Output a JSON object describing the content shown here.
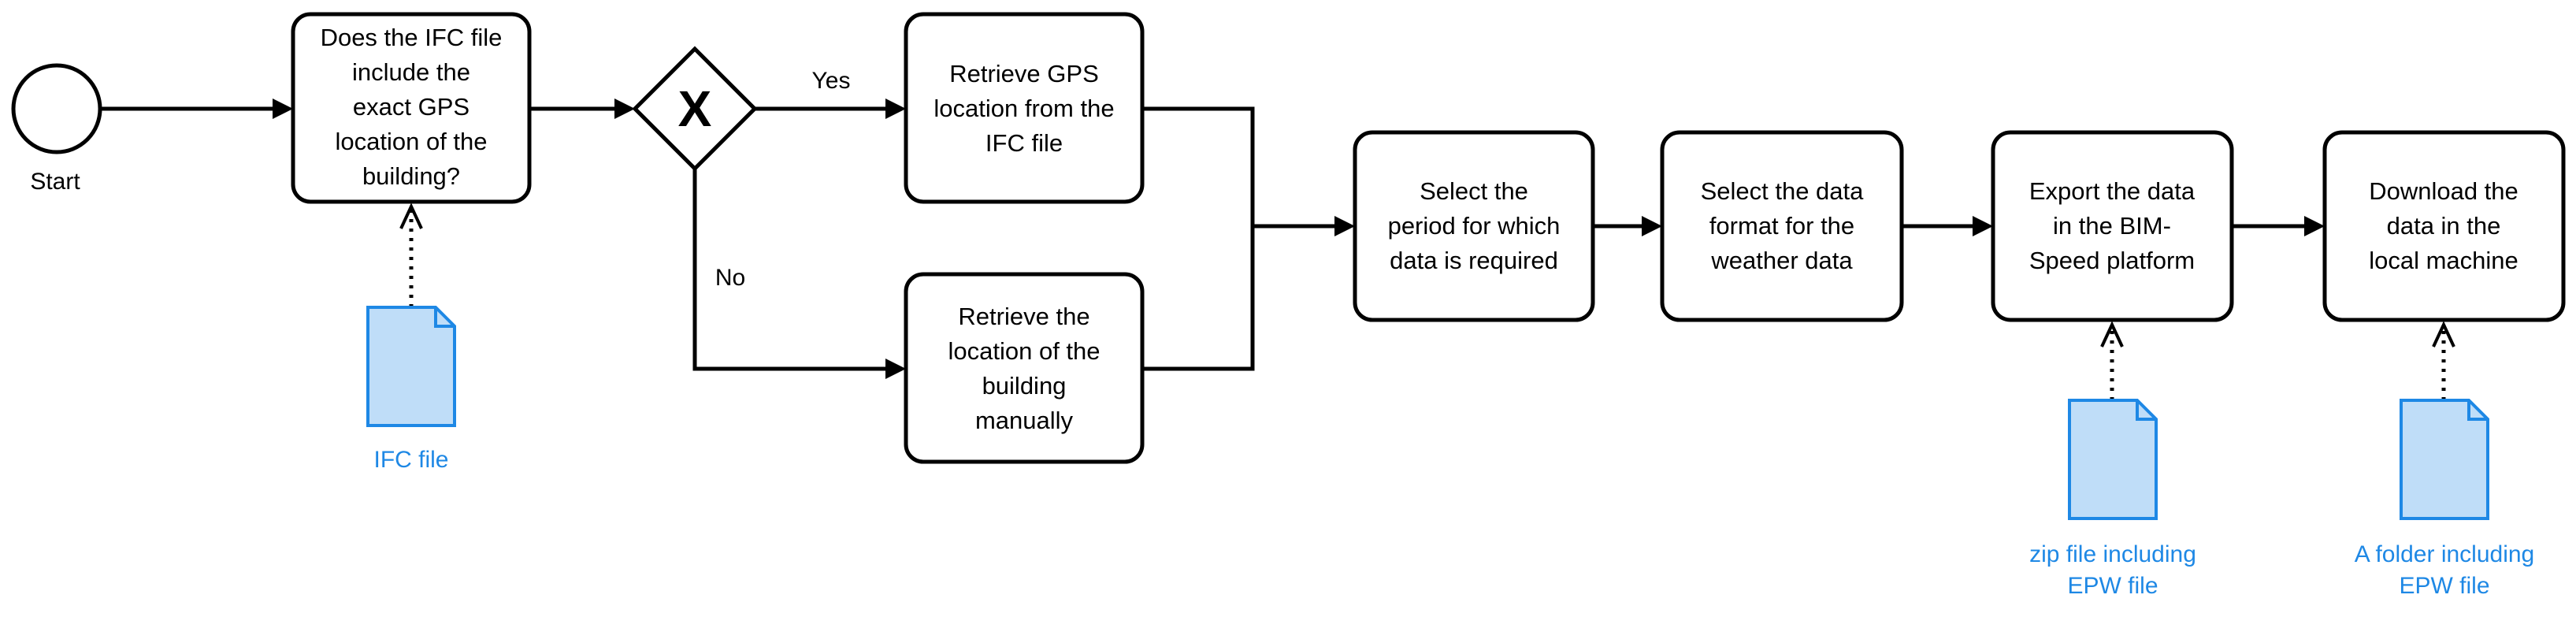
{
  "events": {
    "start_label": "Start"
  },
  "tasks": {
    "check_gps": [
      "Does the IFC file",
      "include the",
      "exact GPS",
      "location of the",
      "building?"
    ],
    "retrieve_gps": [
      "Retrieve GPS",
      "location from the",
      "IFC file"
    ],
    "retrieve_manual": [
      "Retrieve the",
      "location of the",
      "building",
      "manually"
    ],
    "select_period": [
      "Select the",
      "period for which",
      "data is required"
    ],
    "select_format": [
      "Select the data",
      "format for the",
      "weather data"
    ],
    "export_data": [
      "Export the data",
      "in the BIM-",
      "Speed platform"
    ],
    "download_data": [
      "Download the",
      "data in the",
      "local machine"
    ]
  },
  "gateway": {
    "symbol": "X",
    "yes_label": "Yes",
    "no_label": "No"
  },
  "data_objects": {
    "ifc_file": [
      "IFC file"
    ],
    "zip_file": [
      "zip file including",
      "EPW file"
    ],
    "folder": [
      "A folder including",
      "EPW file"
    ]
  },
  "colors": {
    "data_object_fill": "#BFDDF8",
    "data_object_stroke": "#1E88E5",
    "data_label": "#1E88E5"
  }
}
